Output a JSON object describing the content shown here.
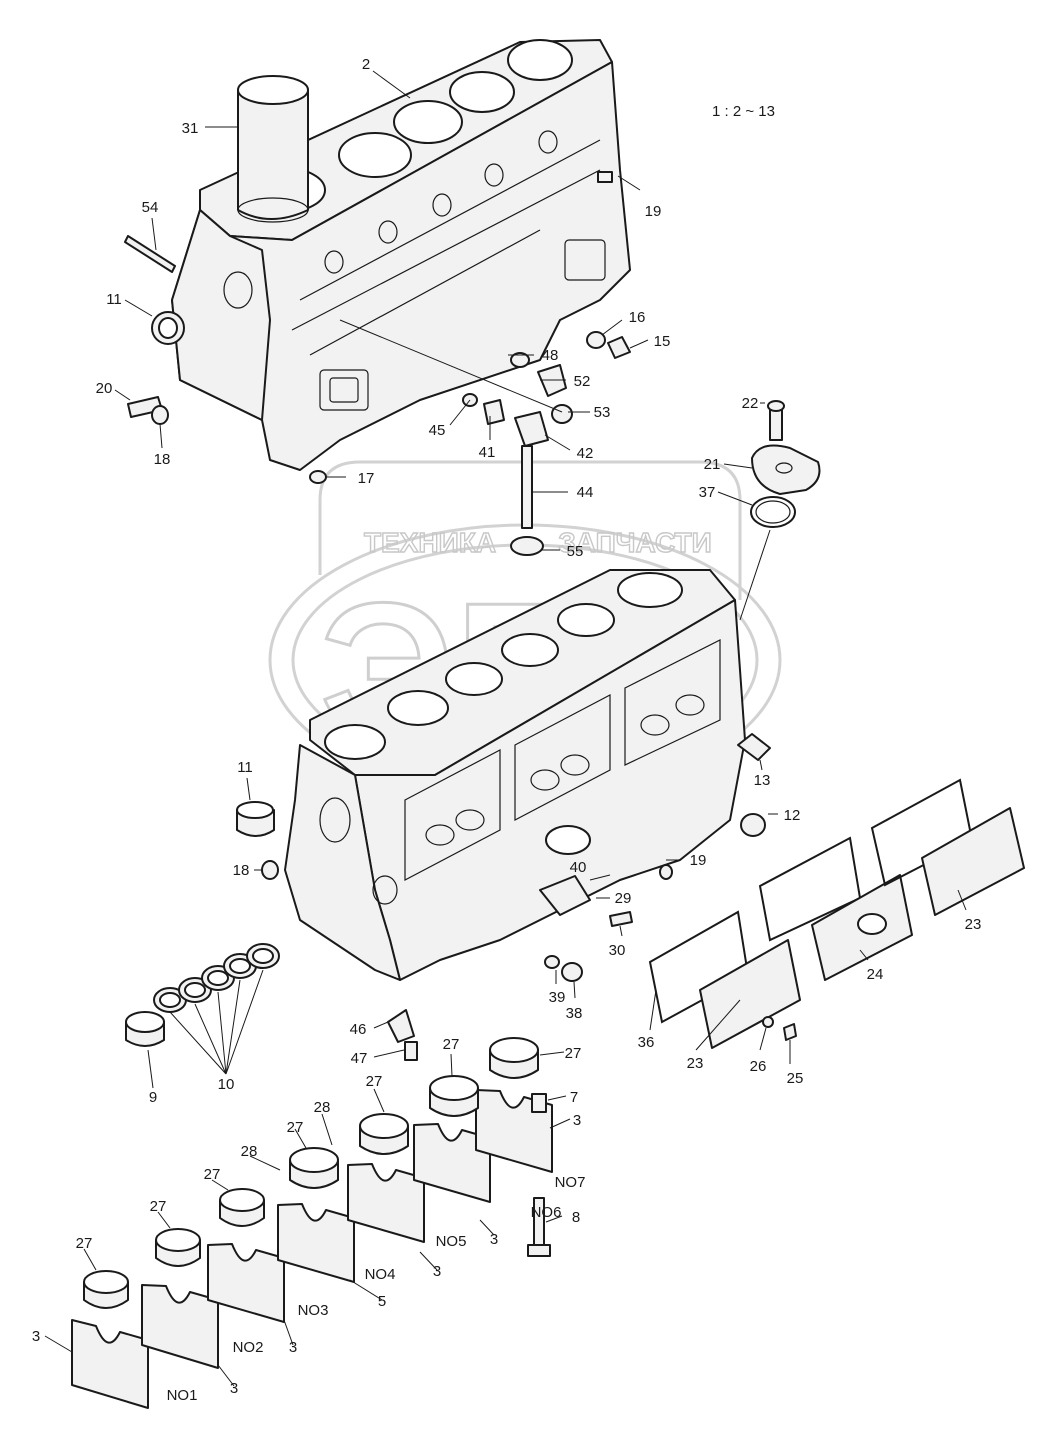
{
  "scale_note": "1 : 2 ~ 13",
  "watermark": {
    "left_word": "ТЕХНИКА",
    "right_word": "ЗАПЧАСТИ",
    "emblem_letters": "ЭПЦ"
  },
  "callouts": [
    {
      "id": "c-2",
      "text": "2"
    },
    {
      "id": "c-31",
      "text": "31"
    },
    {
      "id": "c-54",
      "text": "54"
    },
    {
      "id": "c-11a",
      "text": "11"
    },
    {
      "id": "c-20",
      "text": "20"
    },
    {
      "id": "c-18a",
      "text": "18"
    },
    {
      "id": "c-19a",
      "text": "19"
    },
    {
      "id": "c-16",
      "text": "16"
    },
    {
      "id": "c-15",
      "text": "15"
    },
    {
      "id": "c-48",
      "text": "48"
    },
    {
      "id": "c-52",
      "text": "52"
    },
    {
      "id": "c-53",
      "text": "53"
    },
    {
      "id": "c-45",
      "text": "45"
    },
    {
      "id": "c-41",
      "text": "41"
    },
    {
      "id": "c-42",
      "text": "42"
    },
    {
      "id": "c-17",
      "text": "17"
    },
    {
      "id": "c-44",
      "text": "44"
    },
    {
      "id": "c-55",
      "text": "55"
    },
    {
      "id": "c-22",
      "text": "22"
    },
    {
      "id": "c-21",
      "text": "21"
    },
    {
      "id": "c-37",
      "text": "37"
    },
    {
      "id": "c-11b",
      "text": "11"
    },
    {
      "id": "c-18b",
      "text": "18"
    },
    {
      "id": "c-13",
      "text": "13"
    },
    {
      "id": "c-12",
      "text": "12"
    },
    {
      "id": "c-19b",
      "text": "19"
    },
    {
      "id": "c-40",
      "text": "40"
    },
    {
      "id": "c-29",
      "text": "29"
    },
    {
      "id": "c-30",
      "text": "30"
    },
    {
      "id": "c-39",
      "text": "39"
    },
    {
      "id": "c-38",
      "text": "38"
    },
    {
      "id": "c-23a",
      "text": "23"
    },
    {
      "id": "c-24",
      "text": "24"
    },
    {
      "id": "c-36",
      "text": "36"
    },
    {
      "id": "c-23b",
      "text": "23"
    },
    {
      "id": "c-26",
      "text": "26"
    },
    {
      "id": "c-25",
      "text": "25"
    },
    {
      "id": "c-46",
      "text": "46"
    },
    {
      "id": "c-47",
      "text": "47"
    },
    {
      "id": "c-9",
      "text": "9"
    },
    {
      "id": "c-10",
      "text": "10"
    },
    {
      "id": "c-27a",
      "text": "27"
    },
    {
      "id": "c-27b",
      "text": "27"
    },
    {
      "id": "c-7",
      "text": "7"
    },
    {
      "id": "c-3a",
      "text": "3"
    },
    {
      "id": "c-27c",
      "text": "27"
    },
    {
      "id": "c-28a",
      "text": "28"
    },
    {
      "id": "c-27d",
      "text": "27"
    },
    {
      "id": "c-28b",
      "text": "28"
    },
    {
      "id": "c-27e",
      "text": "27"
    },
    {
      "id": "c-27f",
      "text": "27"
    },
    {
      "id": "c-27g",
      "text": "27"
    },
    {
      "id": "c-no7",
      "text": "NO7"
    },
    {
      "id": "c-no6",
      "text": "NO6"
    },
    {
      "id": "c-8",
      "text": "8"
    },
    {
      "id": "c-3b",
      "text": "3"
    },
    {
      "id": "c-no5",
      "text": "NO5"
    },
    {
      "id": "c-3c",
      "text": "3"
    },
    {
      "id": "c-no4",
      "text": "NO4"
    },
    {
      "id": "c-5",
      "text": "5"
    },
    {
      "id": "c-no3",
      "text": "NO3"
    },
    {
      "id": "c-3d",
      "text": "3"
    },
    {
      "id": "c-no2",
      "text": "NO2"
    },
    {
      "id": "c-3e",
      "text": "3"
    },
    {
      "id": "c-3f",
      "text": "3"
    },
    {
      "id": "c-no1",
      "text": "NO1"
    }
  ]
}
